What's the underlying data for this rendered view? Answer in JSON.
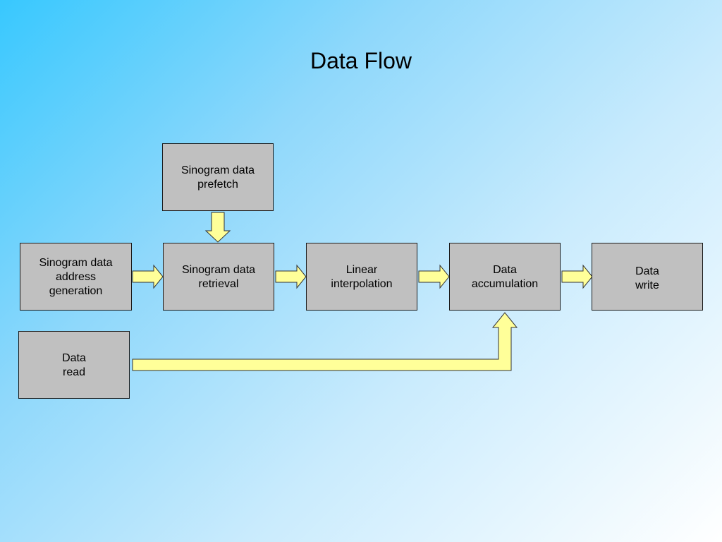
{
  "title": "Data Flow",
  "colors": {
    "box_fill": "#c0c0c0",
    "box_border": "#1a1a1a",
    "arrow_fill": "#ffff99",
    "arrow_border": "#333333"
  },
  "nodes": {
    "prefetch": "Sinogram data\nprefetch",
    "address": "Sinogram data\naddress\ngeneration",
    "retrieval": "Sinogram data\nretrieval",
    "interp": "Linear\ninterpolation",
    "accum": "Data\naccumulation",
    "write": "Data\nwrite",
    "read": "Data\nread"
  },
  "edges": [
    {
      "from": "prefetch",
      "to": "retrieval"
    },
    {
      "from": "address",
      "to": "retrieval"
    },
    {
      "from": "retrieval",
      "to": "interp"
    },
    {
      "from": "interp",
      "to": "accum"
    },
    {
      "from": "accum",
      "to": "write"
    },
    {
      "from": "read",
      "to": "accum"
    }
  ]
}
